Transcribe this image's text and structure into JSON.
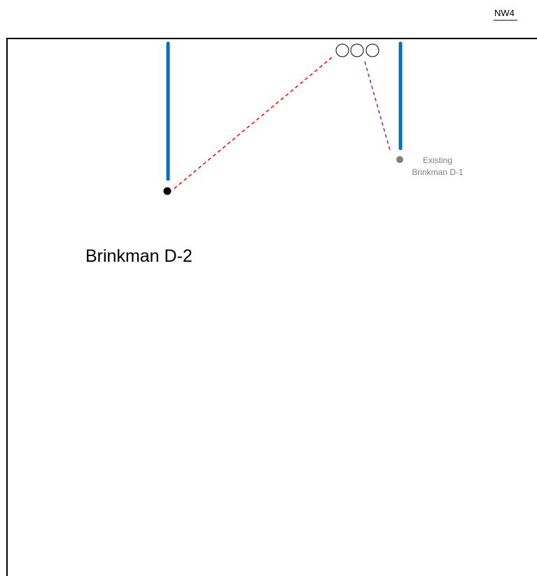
{
  "corner_label": "NW4",
  "well_label": "Brinkman D-2",
  "existing_label_line1": "Existing",
  "existing_label_line2": "Brinkman D-1",
  "colors": {
    "boundary": "#000000",
    "lateral": "#0070C0",
    "new_well_dot": "#000000",
    "existing_well_dot": "#808080",
    "new_well_path": "#FF0000",
    "existing_well_path": "#7030A0",
    "existing_label_text": "#808080"
  }
}
